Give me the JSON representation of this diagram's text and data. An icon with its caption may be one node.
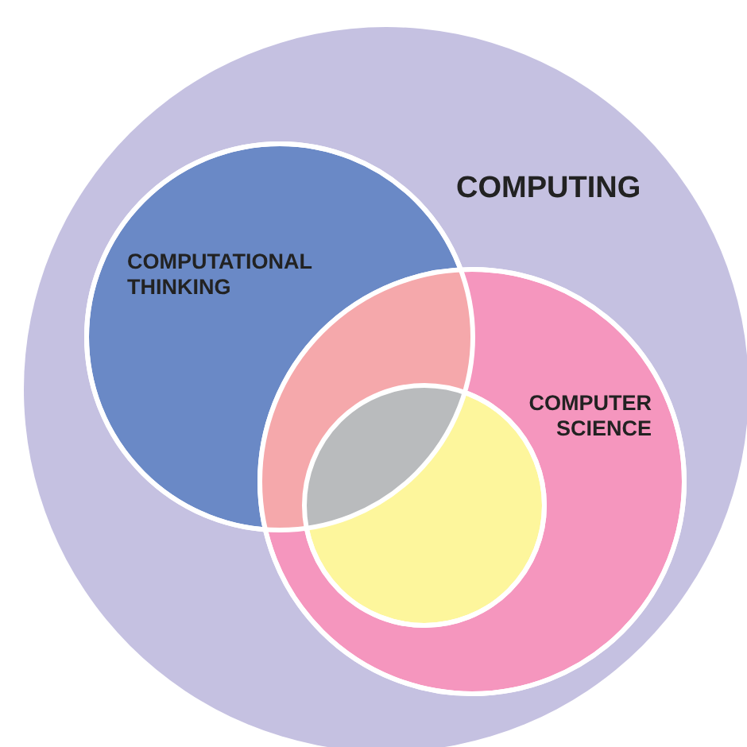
{
  "diagram": {
    "nodes": [
      {
        "text": [
          "COMPUTING"
        ]
      },
      {
        "text": [
          "COMPUTATIONAL THINKING"
        ],
        "in": 0
      },
      {
        "text": [
          "COMPUTER SCIENCE"
        ],
        "in": 0
      },
      {
        "text": [],
        "shape": "circle",
        "in": 2
      }
    ]
  }
}
